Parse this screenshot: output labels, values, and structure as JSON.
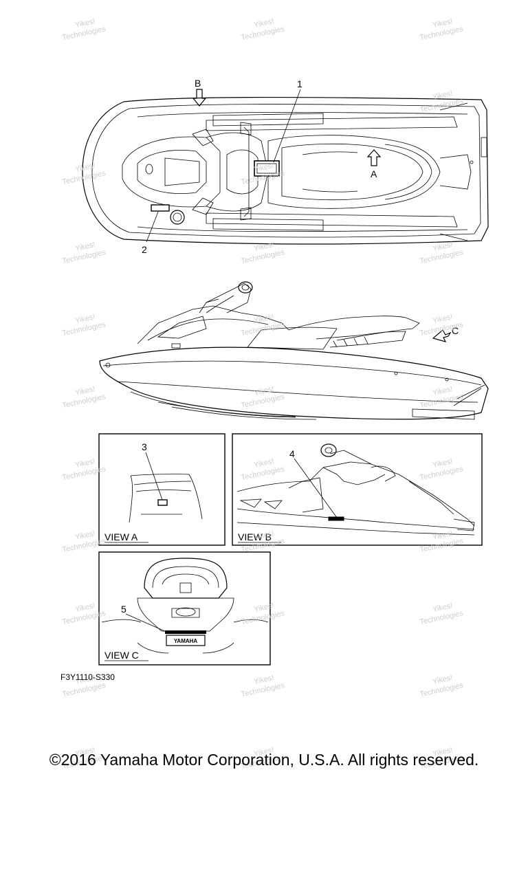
{
  "callouts": [
    "1",
    "2",
    "3",
    "4",
    "5"
  ],
  "arrow_labels": {
    "a": "A",
    "b": "B",
    "c": "C"
  },
  "views": {
    "a": "VIEW A",
    "b": "VIEW B",
    "c": "VIEW C"
  },
  "badge_text": "YAMAHA",
  "figure_code": "F3Y1110-S330",
  "copyright": "©2016 Yamaha Motor Corporation, U.S.A. All rights reserved.",
  "watermark": [
    "Yikes!",
    "Technologies"
  ]
}
